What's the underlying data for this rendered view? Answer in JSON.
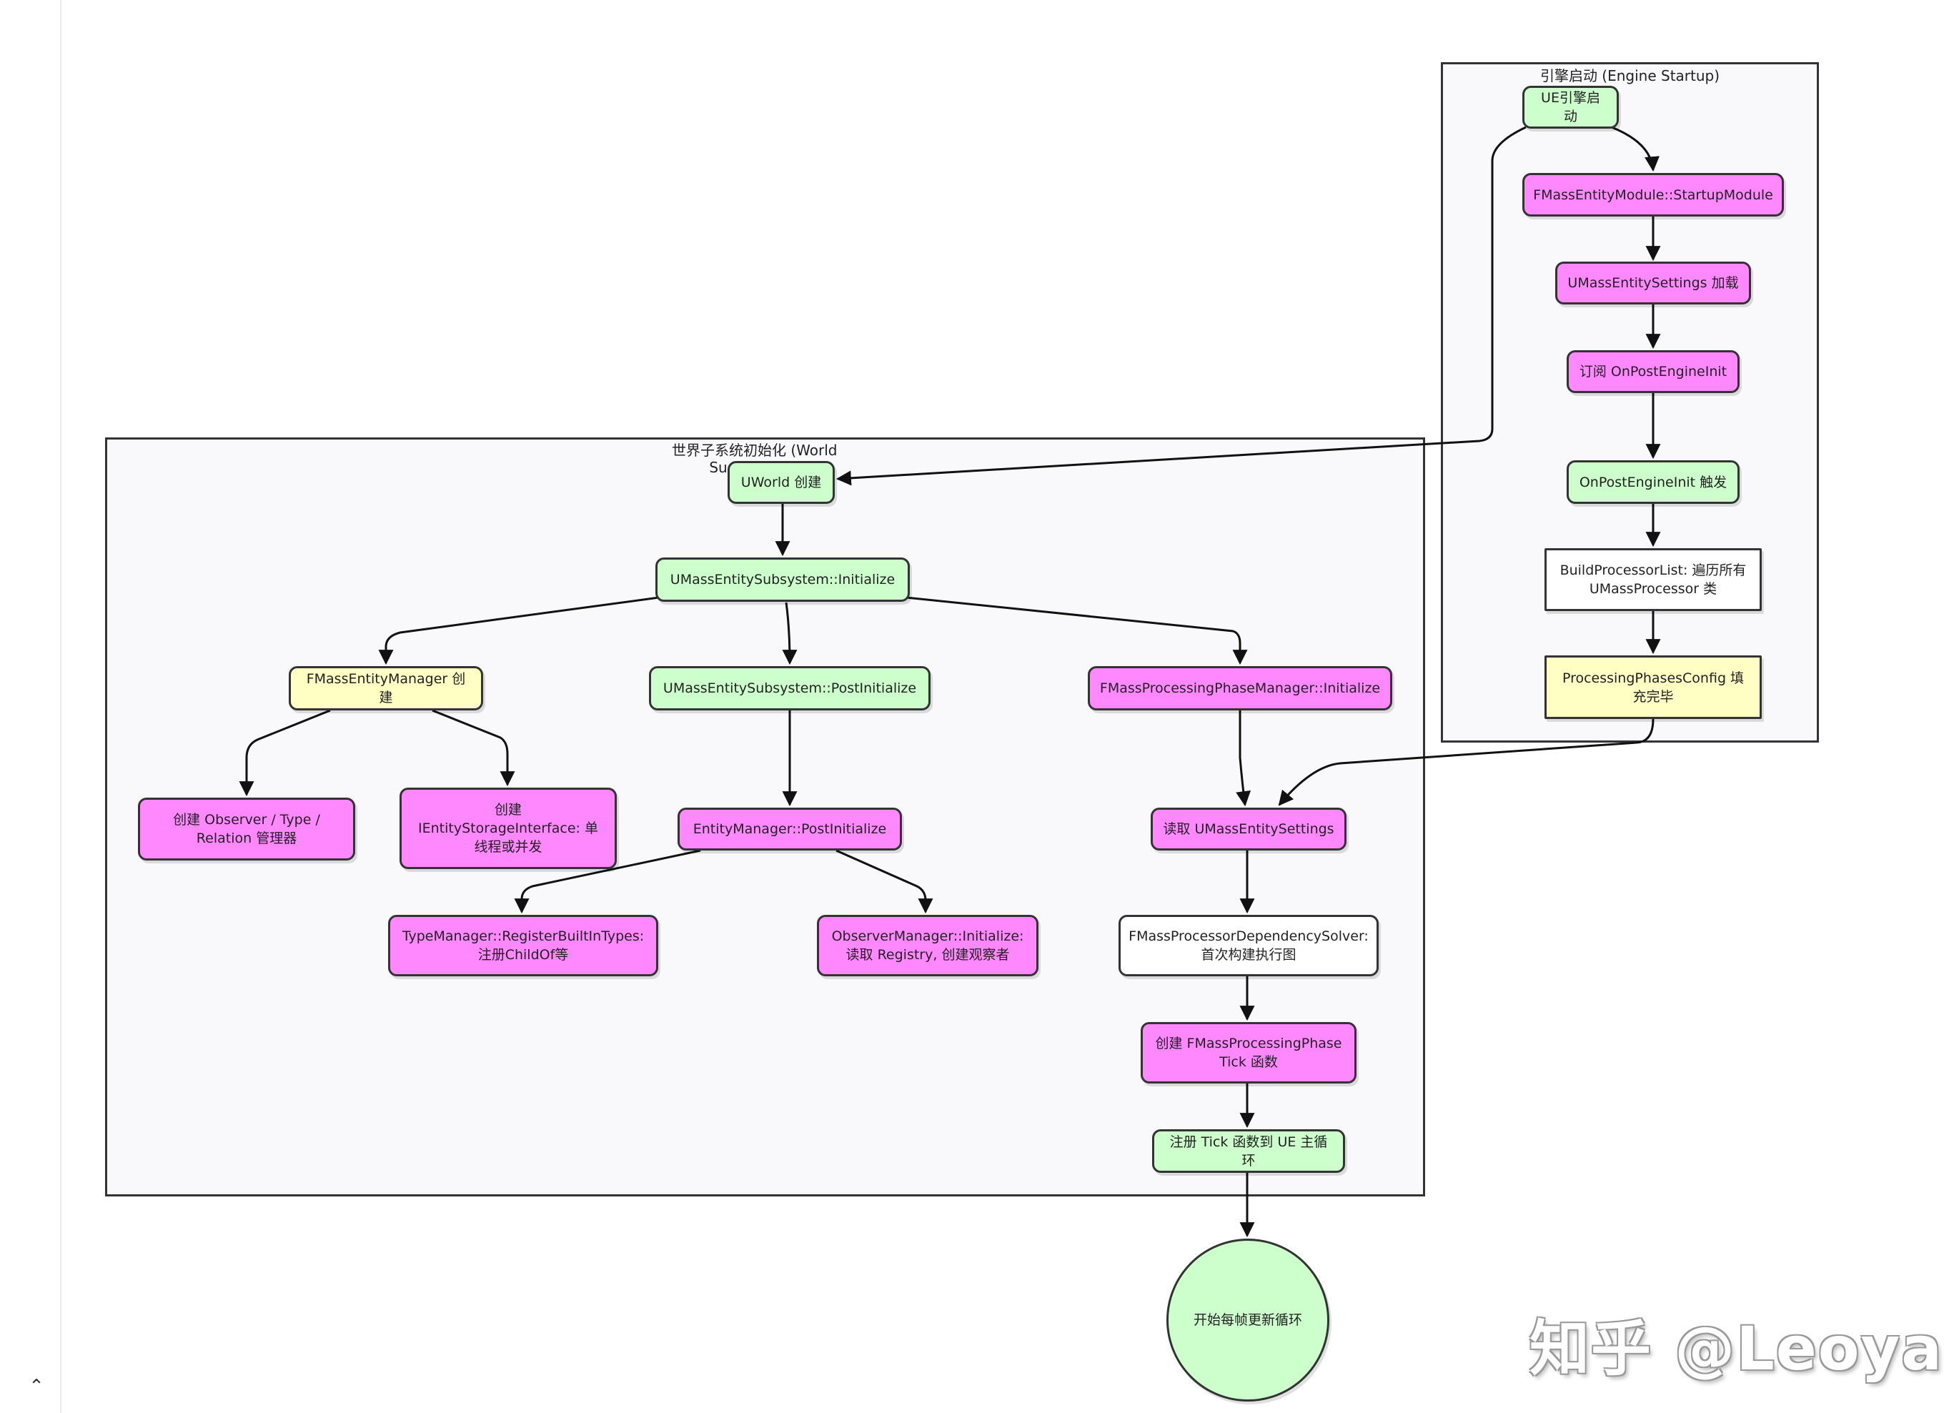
{
  "sidebar": {
    "collapse_icon": "chevron-up-icon",
    "collapse_glyph": "⌃"
  },
  "clusters": {
    "engine_startup": {
      "title": "引擎启动 (Engine Startup)"
    },
    "world_subsystem": {
      "title_line1": "世界子系统初始化 (World",
      "title_line2": "Su"
    }
  },
  "nodes": {
    "ue_start": "UE引擎启动",
    "startup_module": "FMassEntityModule::StartupModule",
    "settings_load": "UMassEntitySettings 加载",
    "subscribe_post_init": "订阅 OnPostEngineInit",
    "post_init_fire": "OnPostEngineInit 触发",
    "build_processor_list_1": "BuildProcessorList: 遍历所有",
    "build_processor_list_2": "UMassProcessor 类",
    "phases_config_1": "ProcessingPhasesConfig 填",
    "phases_config_2": "充完毕",
    "uworld_create": "UWorld 创建",
    "subsystem_initialize": "UMassEntitySubsystem::Initialize",
    "entity_manager_create": "FMassEntityManager 创建",
    "subsystem_post_initialize": "UMassEntitySubsystem::PostInitialize",
    "phase_manager_initialize": "FMassProcessingPhaseManager::Initialize",
    "create_managers_1": "创建 Observer / Type /",
    "create_managers_2": "Relation 管理器",
    "create_storage_1": "创建",
    "create_storage_2": "IEntityStorageInterface: 单",
    "create_storage_3": "线程或并发",
    "entity_manager_post_initialize": "EntityManager::PostInitialize",
    "read_settings": "读取 UMassEntitySettings",
    "type_manager_1": "TypeManager::RegisterBuiltInTypes:",
    "type_manager_2": "注册ChildOf等",
    "observer_manager_1": "ObserverManager::Initialize:",
    "observer_manager_2": "读取 Registry, 创建观察者",
    "dependency_solver_1": "FMassProcessorDependencySolver:",
    "dependency_solver_2": "首次构建执行图",
    "create_phase_tick_1": "创建 FMassProcessingPhase",
    "create_phase_tick_2": "Tick 函数",
    "register_tick": "注册 Tick 函数到 UE 主循环",
    "start_loop": "开始每帧更新循环"
  },
  "colors": {
    "green": "#ccffcc",
    "pink": "#ff88ff",
    "yellow": "#ffffc4",
    "white": "#ffffff",
    "border": "#333333"
  },
  "watermark": "知乎 @Leoyao"
}
